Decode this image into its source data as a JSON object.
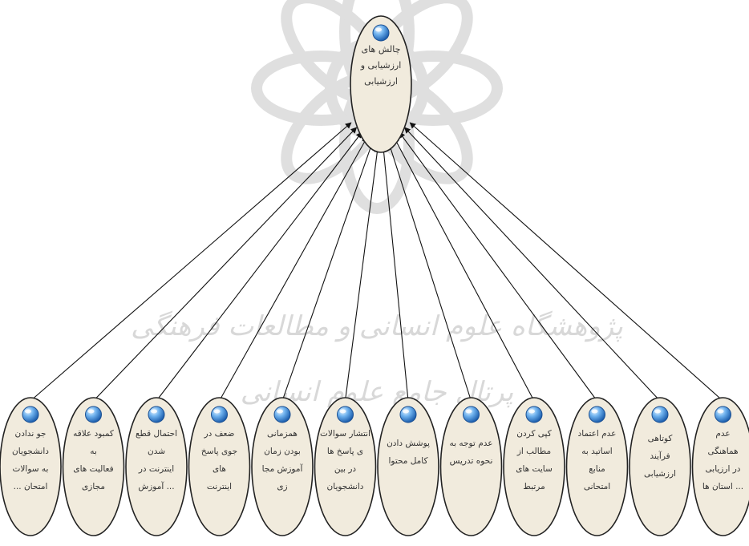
{
  "diagram": {
    "root": {
      "label_lines": [
        "چالش های",
        "ارزشیابی و",
        "ارزشیابی"
      ]
    },
    "children": [
      {
        "label_lines": [
          "جو ندادن",
          "دانشجویان",
          "به سوالات",
          "امتحان ..."
        ]
      },
      {
        "label_lines": [
          "کمبود علاقه",
          "به",
          "فعالیت های",
          "مجازی"
        ]
      },
      {
        "label_lines": [
          "احتمال قطع",
          "شدن",
          "اینترنت در",
          "... آموزش"
        ]
      },
      {
        "label_lines": [
          "ضعف در",
          "جوی پاسخ",
          "های",
          "اینترنت"
        ]
      },
      {
        "label_lines": [
          "همزمانی",
          "بودن زمان",
          "آموزش مجا",
          "زی"
        ]
      },
      {
        "label_lines": [
          "انتشار سوالات",
          "ی پاسخ ها",
          "در بین",
          "دانشجویان"
        ]
      },
      {
        "label_lines": [
          "پوشش دادن",
          "کامل محتوا"
        ]
      },
      {
        "label_lines": [
          "عدم توجه به",
          "نحوه تدریس"
        ]
      },
      {
        "label_lines": [
          "کپی کردن",
          "مطالب از",
          "سایت های",
          "مرتبط"
        ]
      },
      {
        "label_lines": [
          "عدم اعتماد",
          "اساتید به",
          "منابع",
          "امتحانی"
        ]
      },
      {
        "label_lines": [
          "کوتاهی",
          "فرآیند",
          "ارزشیابی"
        ]
      },
      {
        "label_lines": [
          "عدم",
          "هماهنگی",
          "در ارزیابی",
          "... استان ها"
        ]
      }
    ]
  },
  "watermark": {
    "line1": "پژوهشگاه علوم انسانی و مطالعات فرهنگی",
    "line2": "پرتال جامع علوم انسانی"
  },
  "colors": {
    "node_fill": "#f1ebdd",
    "node_stroke": "#222222",
    "icon_blue": "#3a86d6",
    "arrow": "#111111",
    "watermark": "#d9d9d9"
  },
  "icons": {
    "node": "sphere-icon",
    "watermark": "rosette-emblem"
  }
}
